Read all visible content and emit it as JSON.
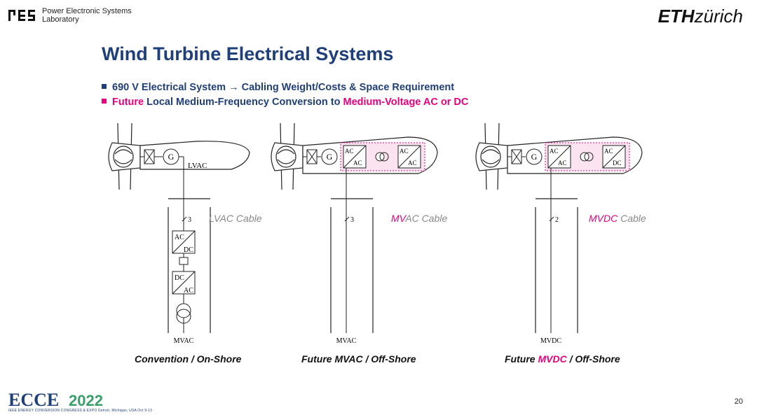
{
  "header": {
    "lab_name_line1": "Power Electronic Systems",
    "lab_name_line2": "Laboratory",
    "eth_bold": "ETH",
    "eth_regular": "zürich"
  },
  "title": "Wind Turbine Electrical Systems",
  "bullets": [
    {
      "text_a": "690 V Electrical System ",
      "arrow": "→",
      "text_b": " Cabling Weight/Costs & Space Requirement"
    },
    {
      "pink_a": "Future",
      "text_a": " Local Medium-Frequency Conversion to ",
      "pink_b": "Medium-Voltage AC or DC"
    }
  ],
  "diagrams": [
    {
      "gen_label": "G",
      "bus_label": "LVAC",
      "wire_count": "3",
      "cable_label_prefix": "",
      "cable_label": "LVAC Cable",
      "conv1_top": "AC",
      "conv1_bottom": "DC",
      "conv2_top": "DC",
      "conv2_bottom": "AC",
      "bottom_label": "MVAC",
      "caption_a": "Convention / On-Shore",
      "caption_pink": "",
      "caption_b": ""
    },
    {
      "gen_label": "G",
      "conv1_top": "AC",
      "conv1_bottom": "AC",
      "conv2_top": "AC",
      "conv2_bottom": "AC",
      "wire_count": "3",
      "cable_label_prefix": "MV",
      "cable_label": "AC Cable",
      "bottom_label": "MVAC",
      "caption_a": "Future MVAC / Off-Shore",
      "caption_pink": "",
      "caption_b": ""
    },
    {
      "gen_label": "G",
      "conv1_top": "AC",
      "conv1_bottom": "AC",
      "conv2_top": "AC",
      "conv2_bottom": "DC",
      "wire_count": "2",
      "cable_label_prefix": "MVDC",
      "cable_label": " Cable",
      "bottom_label": "MVDC",
      "caption_a": "Future ",
      "caption_pink": "MVDC",
      "caption_b": " / Off-Shore"
    }
  ],
  "footer": {
    "page_number": "20",
    "ecce_logo_text": "ECCE",
    "ecce_year": "2022",
    "ecce_subtitle": "IEEE ENERGY CONVERSION CONGRESS & EXPO   Detroit, Michigan, USA Oct 9-13"
  },
  "colors": {
    "title_blue": "#1f3f7a",
    "accent_pink": "#e6007e",
    "cable_grey": "#888888"
  }
}
